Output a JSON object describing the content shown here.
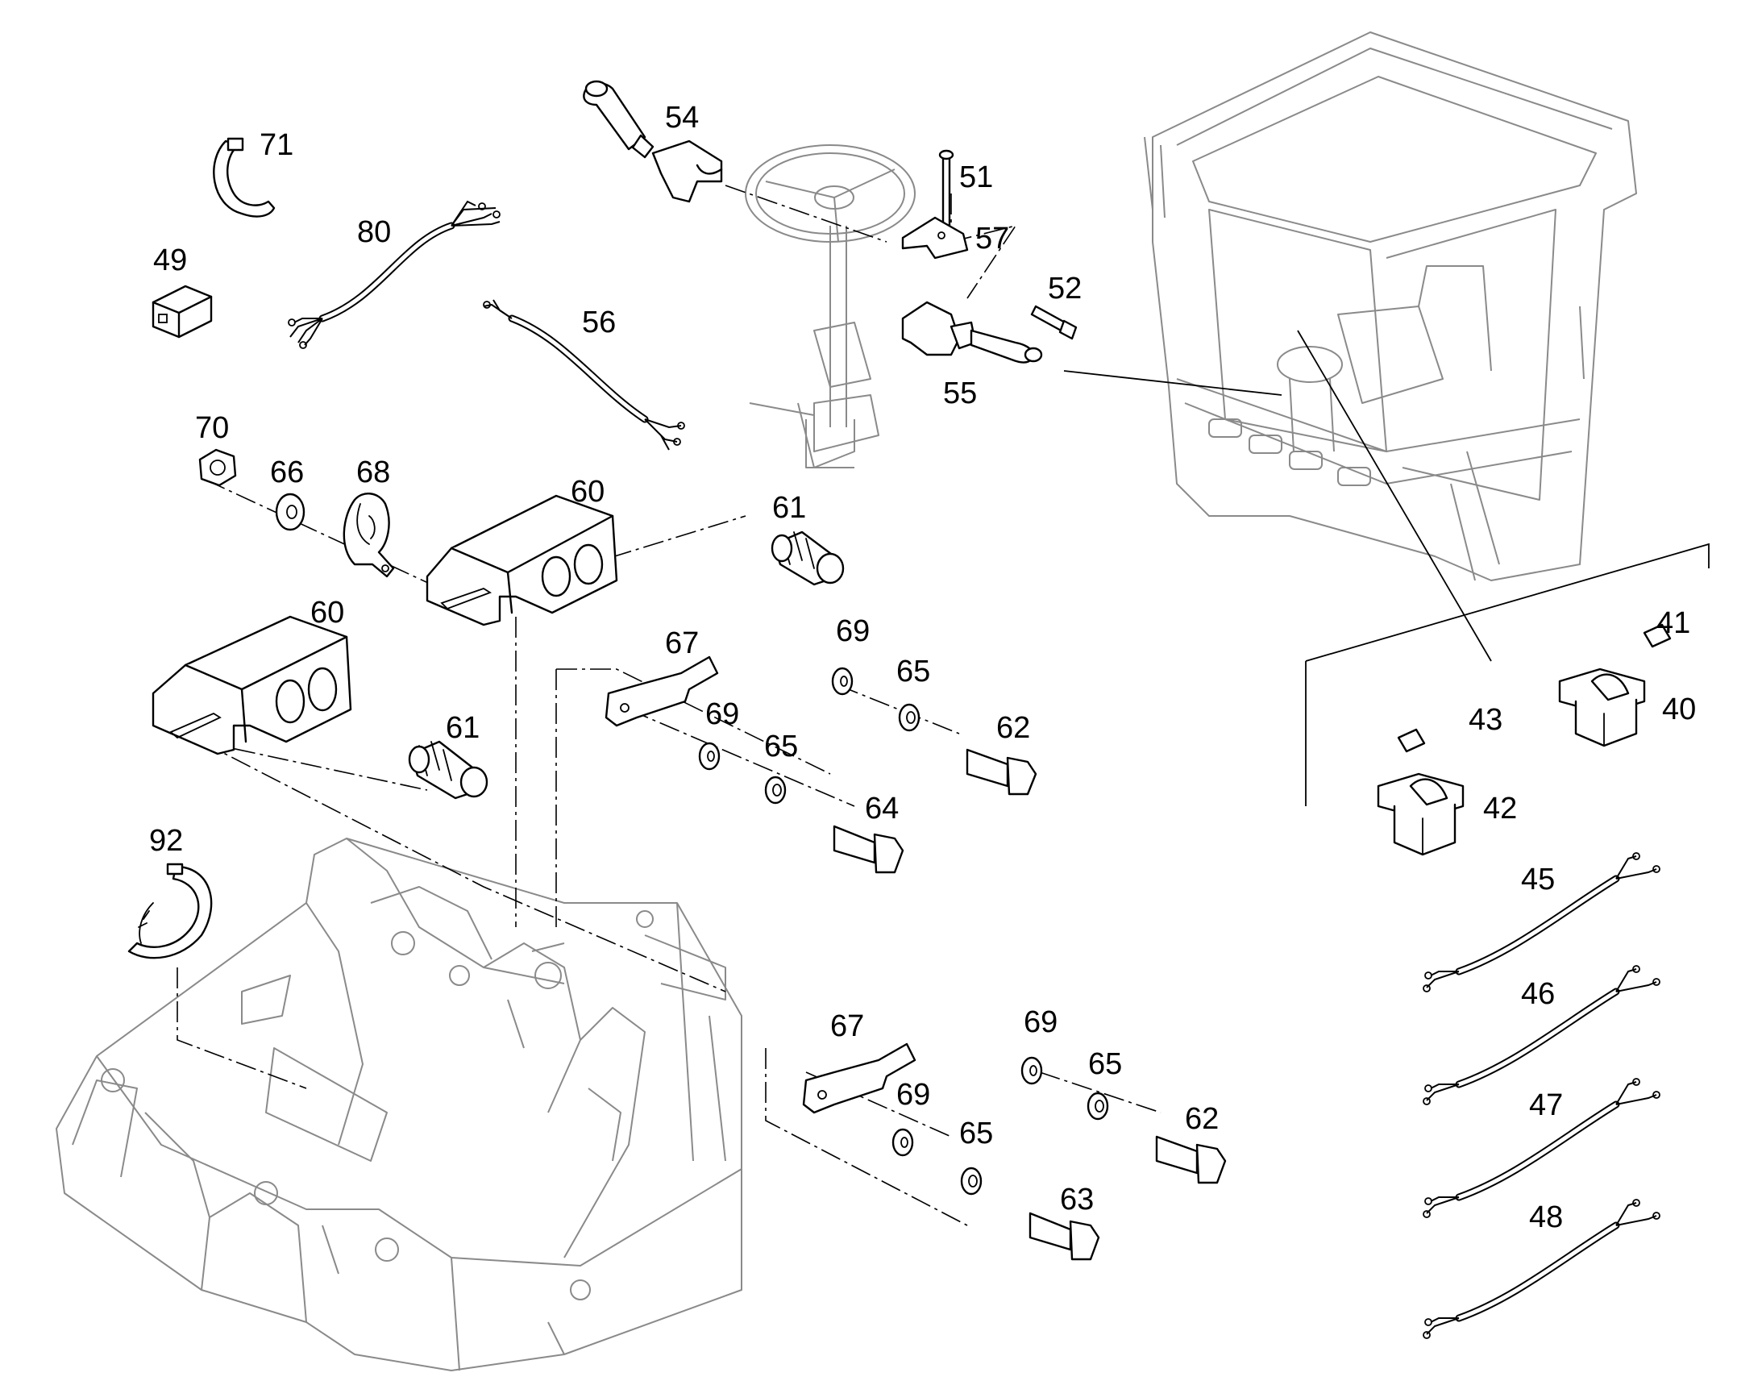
{
  "labels": {
    "p40": "40",
    "p41": "41",
    "p42": "42",
    "p43": "43",
    "p45": "45",
    "p46": "46",
    "p47": "47",
    "p48": "48",
    "p49": "49",
    "p51": "51",
    "p52": "52",
    "p54": "54",
    "p55": "55",
    "p56": "56",
    "p57": "57",
    "p60a": "60",
    "p60b": "60",
    "p61a": "61",
    "p61b": "61",
    "p62a": "62",
    "p62b": "62",
    "p63": "63",
    "p64": "64",
    "p65a": "65",
    "p65b": "65",
    "p65c": "65",
    "p65d": "65",
    "p66": "66",
    "p67a": "67",
    "p67b": "67",
    "p68": "68",
    "p69a": "69",
    "p69b": "69",
    "p69c": "69",
    "p69d": "69",
    "p70": "70",
    "p71": "71",
    "p80": "80",
    "p92": "92"
  },
  "colors": {
    "ink": "#000000",
    "context_ink": "#8a8a8a",
    "background": "#ffffff"
  }
}
